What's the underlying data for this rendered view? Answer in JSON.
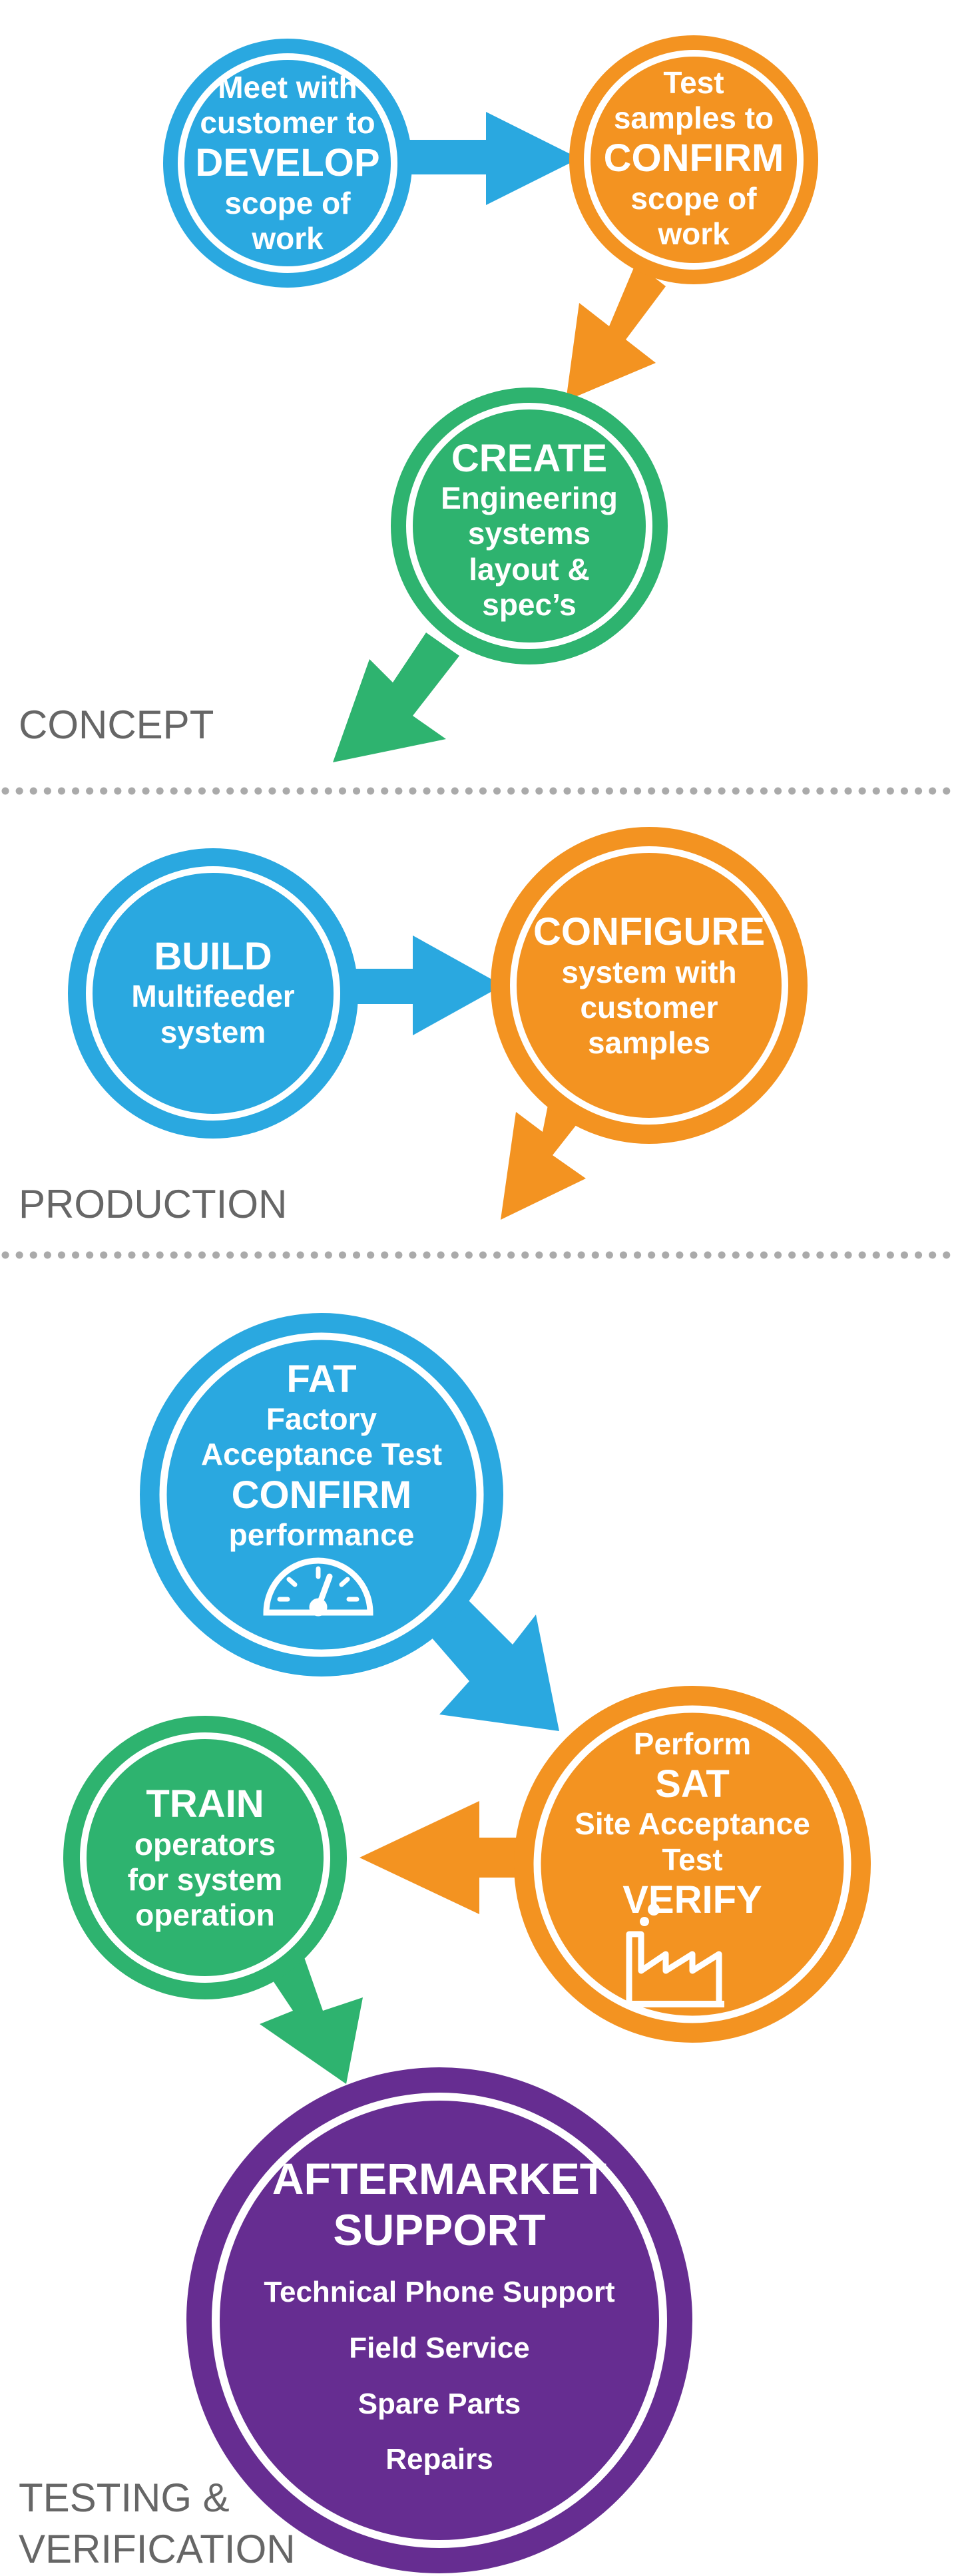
{
  "colors": {
    "blue": "#2aa8e0",
    "orange": "#f39321",
    "green": "#2eb36f",
    "purple": "#662d91",
    "label": "#666666",
    "divider": "#aaaaaa"
  },
  "sections": {
    "concept": "CONCEPT",
    "production": "PRODUCTION",
    "testing_line1": "TESTING &",
    "testing_line2": "VERIFICATION"
  },
  "steps": {
    "develop": {
      "l1": "Meet with",
      "l2": "customer to",
      "l3": "DEVELOP",
      "l4": "scope of",
      "l5": "work"
    },
    "confirm": {
      "l1": "Test",
      "l2": "samples to",
      "l3": "CONFIRM",
      "l4": "scope of",
      "l5": "work"
    },
    "create": {
      "l1": "CREATE",
      "l2": "Engineering",
      "l3": "systems",
      "l4": "layout &",
      "l5": "spec’s"
    },
    "build": {
      "l1": "BUILD",
      "l2": "Multifeeder",
      "l3": "system"
    },
    "configure": {
      "l1": "CONFIGURE",
      "l2": "system with",
      "l3": "customer",
      "l4": "samples"
    },
    "fat": {
      "l1": "FAT",
      "l2": "Factory",
      "l3": "Acceptance Test",
      "l4": "CONFIRM",
      "l5": "performance",
      "icon": "speedometer-icon"
    },
    "sat": {
      "l1": "Perform",
      "l2": "SAT",
      "l3": "Site Acceptance",
      "l4": "Test",
      "l5": "VERIFY",
      "icon": "factory-icon"
    },
    "train": {
      "l1": "TRAIN",
      "l2": "operators",
      "l3": "for system",
      "l4": "operation"
    },
    "aftermarket": {
      "l1": "AFTERMARKET",
      "l2": "SUPPORT",
      "l3": "Technical Phone Support",
      "l4": "Field Service",
      "l5": "Spare Parts",
      "l6": "Repairs"
    }
  }
}
